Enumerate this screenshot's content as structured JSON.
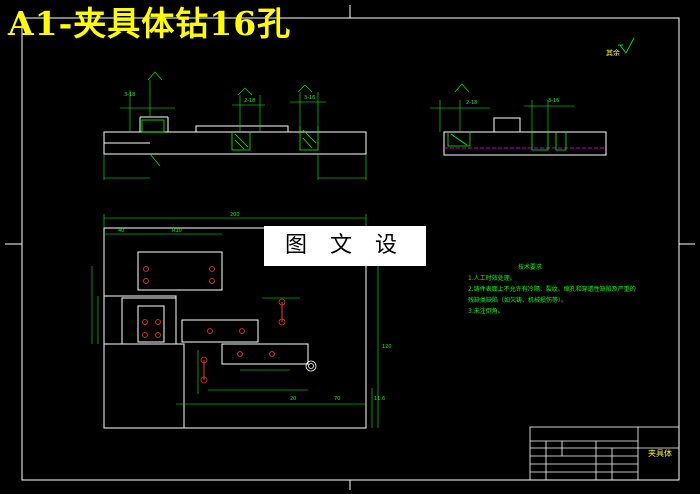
{
  "title": "A1-夹具体钻16孔",
  "watermark": "图 文 设 计",
  "roughness_note": "其余",
  "technical_requirements": {
    "heading": "技术要求",
    "items": [
      "1.人工时效处理。",
      "2.铸件表面上不允许有冷隔、裂纹、缩孔和穿透性缺陷及严重的",
      "  残缺类缺陷（如欠铸、机械损伤等）。",
      "3.未注倒角。"
    ]
  },
  "title_block": {
    "drawing_name": "夹具体"
  },
  "dimensions": {
    "overall_length": "200",
    "depth_right": "120",
    "top_left": "40",
    "top_mid": "R10",
    "width_bottom_a": "20",
    "width_bottom_b": "70",
    "height_right": "11.6",
    "section_a": "3-18",
    "section_b": "2-18",
    "section_c": "3-16"
  },
  "colors": {
    "background": "#000000",
    "frame": "#ffffff",
    "geometry": "#ffffff",
    "dimension": "#00ff00",
    "hole_center": "#ff3030",
    "title_text": "#ffff00",
    "centerline": "#ff00ff"
  }
}
